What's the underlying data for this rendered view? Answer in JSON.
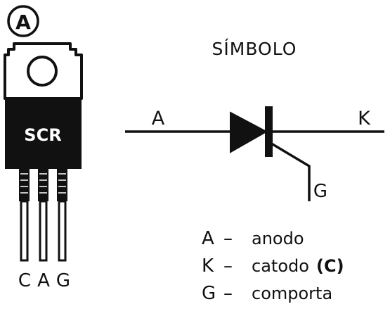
{
  "figure": {
    "panel_letter": "A",
    "component_label": "SCR",
    "pin_labels": [
      "C",
      "A",
      "G"
    ],
    "symbol_title": "SÍMBOLO",
    "terminals": {
      "anode": "A",
      "cathode": "K",
      "gate": "G"
    },
    "legend": [
      {
        "symbol": "A",
        "dash": "–",
        "meaning": "anodo",
        "suffix": ""
      },
      {
        "symbol": "K",
        "dash": "–",
        "meaning": "catodo",
        "suffix": "(C)"
      },
      {
        "symbol": "G",
        "dash": "–",
        "meaning": "comporta",
        "suffix": ""
      }
    ]
  },
  "colors": {
    "ink": "#111111",
    "paper": "#ffffff"
  }
}
